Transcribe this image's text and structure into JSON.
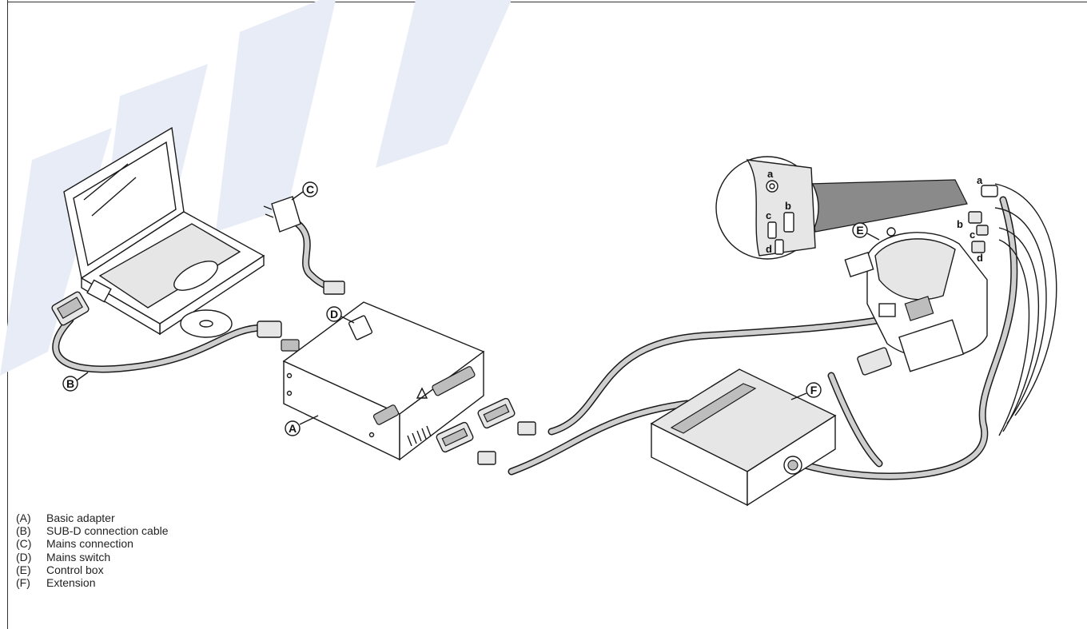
{
  "callouts": {
    "A": "A",
    "B": "B",
    "C": "C",
    "D": "D",
    "E": "E",
    "F": "F"
  },
  "ports": {
    "detail_a": "a",
    "detail_b": "b",
    "detail_c": "c",
    "detail_d": "d",
    "plug_a": "a",
    "plug_b": "b",
    "plug_c": "c",
    "plug_d": "d"
  },
  "legend": [
    {
      "key": "(A)",
      "label": "Basic adapter"
    },
    {
      "key": "(B)",
      "label": "SUB-D connection cable"
    },
    {
      "key": "(C)",
      "label": "Mains connection"
    },
    {
      "key": "(D)",
      "label": "Mains switch"
    },
    {
      "key": "(E)",
      "label": "Control box"
    },
    {
      "key": "(F)",
      "label": "Extension"
    }
  ],
  "colors": {
    "line": "#1a1a1a",
    "cable_fill": "#cfcfcf",
    "box_top": "#e6e6e6",
    "watermark": "#e8ecf7"
  }
}
